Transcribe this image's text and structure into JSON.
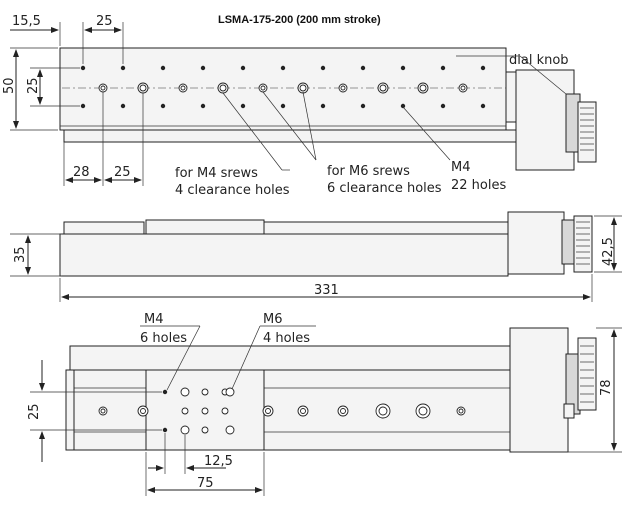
{
  "title": "LSMA-175-200 (200 mm stroke)",
  "top_view": {
    "dim_15_5": "15,5",
    "dim_25_top": "25",
    "dim_50": "50",
    "dim_25_left": "25",
    "dim_28": "28",
    "dim_25_bottom": "25",
    "label_dial_knob": "dial knob",
    "label_m4_screws_line1": "for M4 srews",
    "label_m4_screws_line2": "4 clearance holes",
    "label_m6_screws_line1": "for M6 srews",
    "label_m6_screws_line2": "6 clearance holes",
    "label_m4_holes_line1": "M4",
    "label_m4_holes_line2": "22 holes"
  },
  "side_view": {
    "dim_35": "35",
    "dim_42_5": "42,5",
    "dim_331": "331"
  },
  "bottom_view": {
    "label_m4_line1": "M4",
    "label_m4_line2": "6 holes",
    "label_m6_line1": "M6",
    "label_m6_line2": "4 holes",
    "dim_25": "25",
    "dim_78": "78",
    "dim_12_5": "12,5",
    "dim_75": "75"
  }
}
